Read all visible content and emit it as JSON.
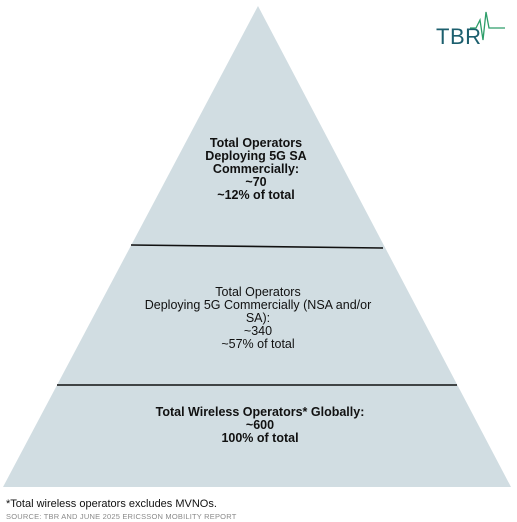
{
  "logo": {
    "text": "TBR",
    "text_color": "#1c5f6e",
    "accent_color": "#2e9e6a"
  },
  "pyramid": {
    "fill_color": "#d1dde2",
    "divider_color": "#111111",
    "tiers": [
      {
        "lines": [
          "Total Operators",
          "Deploying 5G SA",
          "Commercially:"
        ],
        "value": "~70",
        "share": "~12% of total"
      },
      {
        "lines": [
          "Total Operators",
          "Deploying 5G Commercially (NSA and/or",
          "SA):"
        ],
        "value": "~340",
        "share": "~57% of total"
      },
      {
        "lines": [
          "Total Wireless Operators* Globally:"
        ],
        "value": "~600",
        "share": "100% of total"
      }
    ]
  },
  "footnote": "*Total wireless operators excludes MVNOs.",
  "source": "SOURCE: TBR AND JUNE 2025 ERICSSON MOBILITY REPORT"
}
